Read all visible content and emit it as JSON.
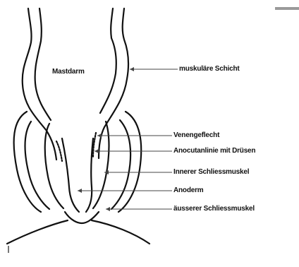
{
  "labels": {
    "rectum": "Mastdarm",
    "muscle_layer": "muskuläre Schicht",
    "venous_plexus": "Venengeflecht",
    "anocutaneous_line": "Anocutanlinie mit Drüsen",
    "inner_sphincter": "Innerer Schliessmuskel",
    "anoderm": "Anoderm",
    "outer_sphincter": "äusserer Schliessmuskel"
  },
  "colors": {
    "ink": "#111111",
    "leader": "#444444",
    "corner_bar": "#9a9a9a",
    "background": "#ffffff"
  }
}
